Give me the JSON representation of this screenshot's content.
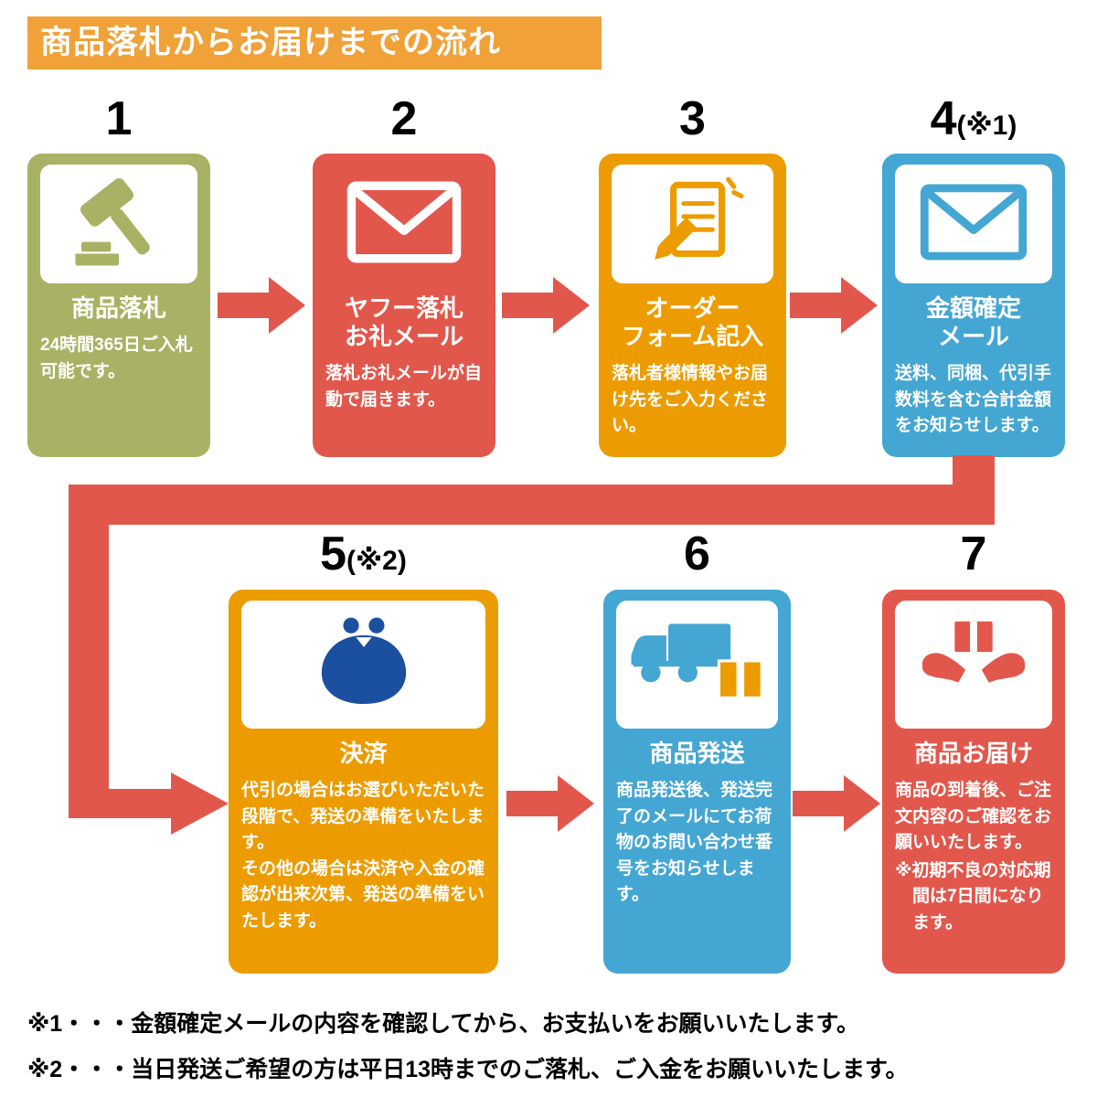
{
  "banner": {
    "title": "商品落札からお届けまでの流れ",
    "bg_color": "#F0A138"
  },
  "colors": {
    "olive": "#A9B264",
    "red": "#E2574C",
    "orange": "#EC9C00",
    "blue": "#44A6D2",
    "navy_purse": "#1B4FA0",
    "arrow": "#E2574C",
    "text_on_card": "#ffffff",
    "number_text": "#000000"
  },
  "steps": [
    {
      "number": "1",
      "number_note": "",
      "icon": "gavel-icon",
      "color": "#A9B264",
      "title": "商品落札",
      "body": "24時間365日ご入札可能です。"
    },
    {
      "number": "2",
      "number_note": "",
      "icon": "mail-icon",
      "color": "#E2574C",
      "title": "ヤフー落札\nお礼メール",
      "body": "落札お礼メールが自動で届きます。"
    },
    {
      "number": "3",
      "number_note": "",
      "icon": "order-form-pencil-icon",
      "color": "#EC9C00",
      "title": "オーダー\nフォーム記入",
      "body": "落札者様情報やお届け先をご入力ください。"
    },
    {
      "number": "4",
      "number_note": "(※1)",
      "icon": "mail-icon",
      "color": "#44A6D2",
      "title": "金額確定\nメール",
      "body": "送料、同梱、代引手数料を含む合計金額をお知らせします。"
    },
    {
      "number": "5",
      "number_note": "(※2)",
      "icon": "coin-purse-icon",
      "color": "#EC9C00",
      "title": "決済",
      "body": "代引の場合はお選びいただいた段階で、発送の準備をいたします。\nその他の場合は決済や入金の確認が出来次第、発送の準備をいたします。"
    },
    {
      "number": "6",
      "number_note": "",
      "icon": "delivery-truck-icon",
      "color": "#44A6D2",
      "title": "商品発送",
      "body": "商品発送後、発送完了のメールにてお荷物のお問い合わせ番号をお知らせします。"
    },
    {
      "number": "7",
      "number_note": "",
      "icon": "hands-package-icon",
      "color": "#E2574C",
      "title": "商品お届け",
      "body": "商品の到着後、ご注文内容のご確認をお願いいたします。",
      "note": "※初期不良の対応期間は7日間になります。"
    }
  ],
  "footnotes": [
    "※1・・・金額確定メールの内容を確認してから、お支払いをお願いいたします。",
    "※2・・・当日発送ご希望の方は平日13時までのご落札、ご入金をお願いいたします。"
  ]
}
